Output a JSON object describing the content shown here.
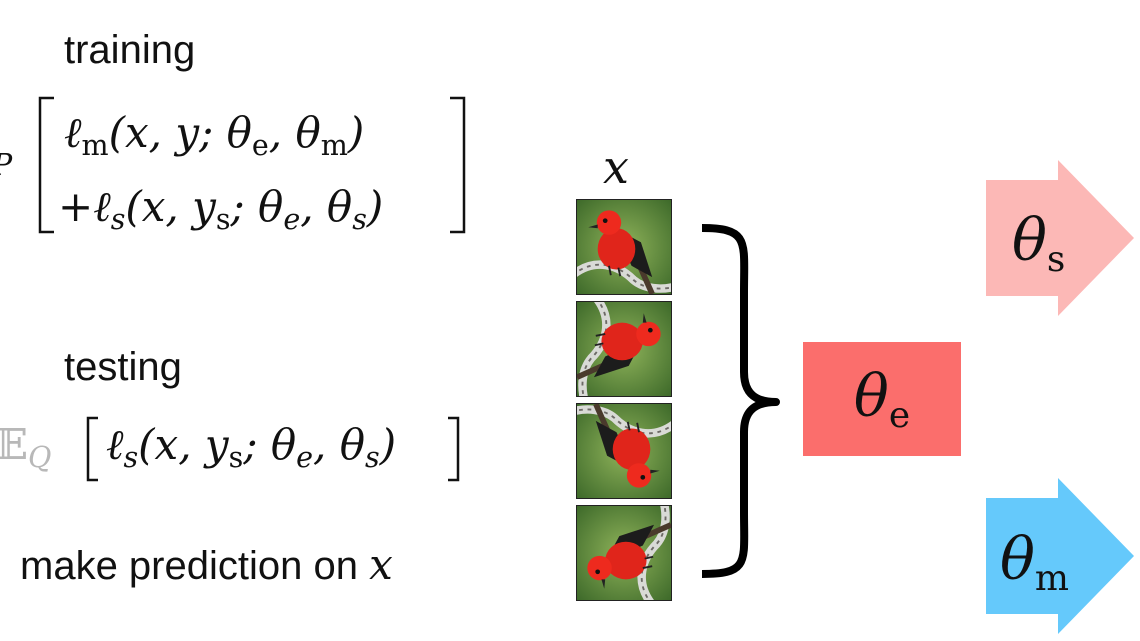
{
  "training": {
    "heading": "training",
    "operator": "P",
    "line1": {
      "loss": "ℓ",
      "loss_sub": "m",
      "args": "(x, y; θ",
      "p1_sub": "e",
      "sep": ", θ",
      "p2_sub": "m",
      "close": ")"
    },
    "line2": {
      "plus": "+",
      "loss": "ℓ",
      "loss_sub": "s",
      "args": "(x, y",
      "y_sub": "s",
      "mid": "; θ",
      "p1_sub": "e",
      "sep": ", θ",
      "p2_sub": "s",
      "close": ")"
    }
  },
  "testing": {
    "heading": "testing",
    "operator": "𝔼",
    "operator_sub": "Q",
    "expr": {
      "loss": "ℓ",
      "loss_sub": "s",
      "args": "(x, y",
      "y_sub": "s",
      "mid": "; θ",
      "p1_sub": "e",
      "sep": ", θ",
      "p2_sub": "s",
      "close": ")"
    }
  },
  "prediction": {
    "text": "make prediction on",
    "var": "x"
  },
  "input_label": "x",
  "inputs": [
    {
      "rotation_deg": 0
    },
    {
      "rotation_deg": 90
    },
    {
      "rotation_deg": 180
    },
    {
      "rotation_deg": 270
    }
  ],
  "encoder": {
    "symbol": "θ",
    "sub": "e",
    "color": "#fb6e6c"
  },
  "heads": [
    {
      "symbol": "θ",
      "sub": "s",
      "color": "#fcb8b6"
    },
    {
      "symbol": "θ",
      "sub": "m",
      "color": "#65c9fb"
    }
  ]
}
